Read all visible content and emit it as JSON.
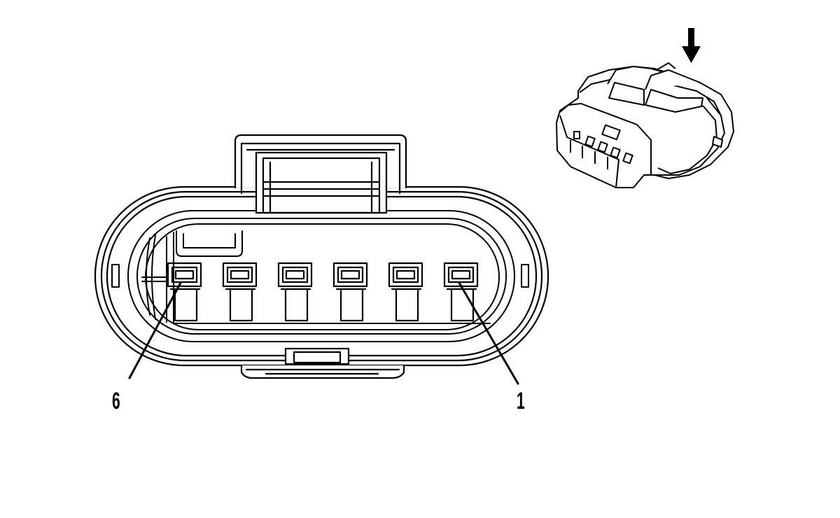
{
  "diagram": {
    "pin_labels": {
      "left": "6",
      "right": "1"
    },
    "pin_count": 6,
    "line_color": "#000000",
    "background": "#ffffff",
    "icons": {
      "arrow": "down-arrow-icon",
      "connector_3d": "connector-3d-view-icon"
    }
  }
}
